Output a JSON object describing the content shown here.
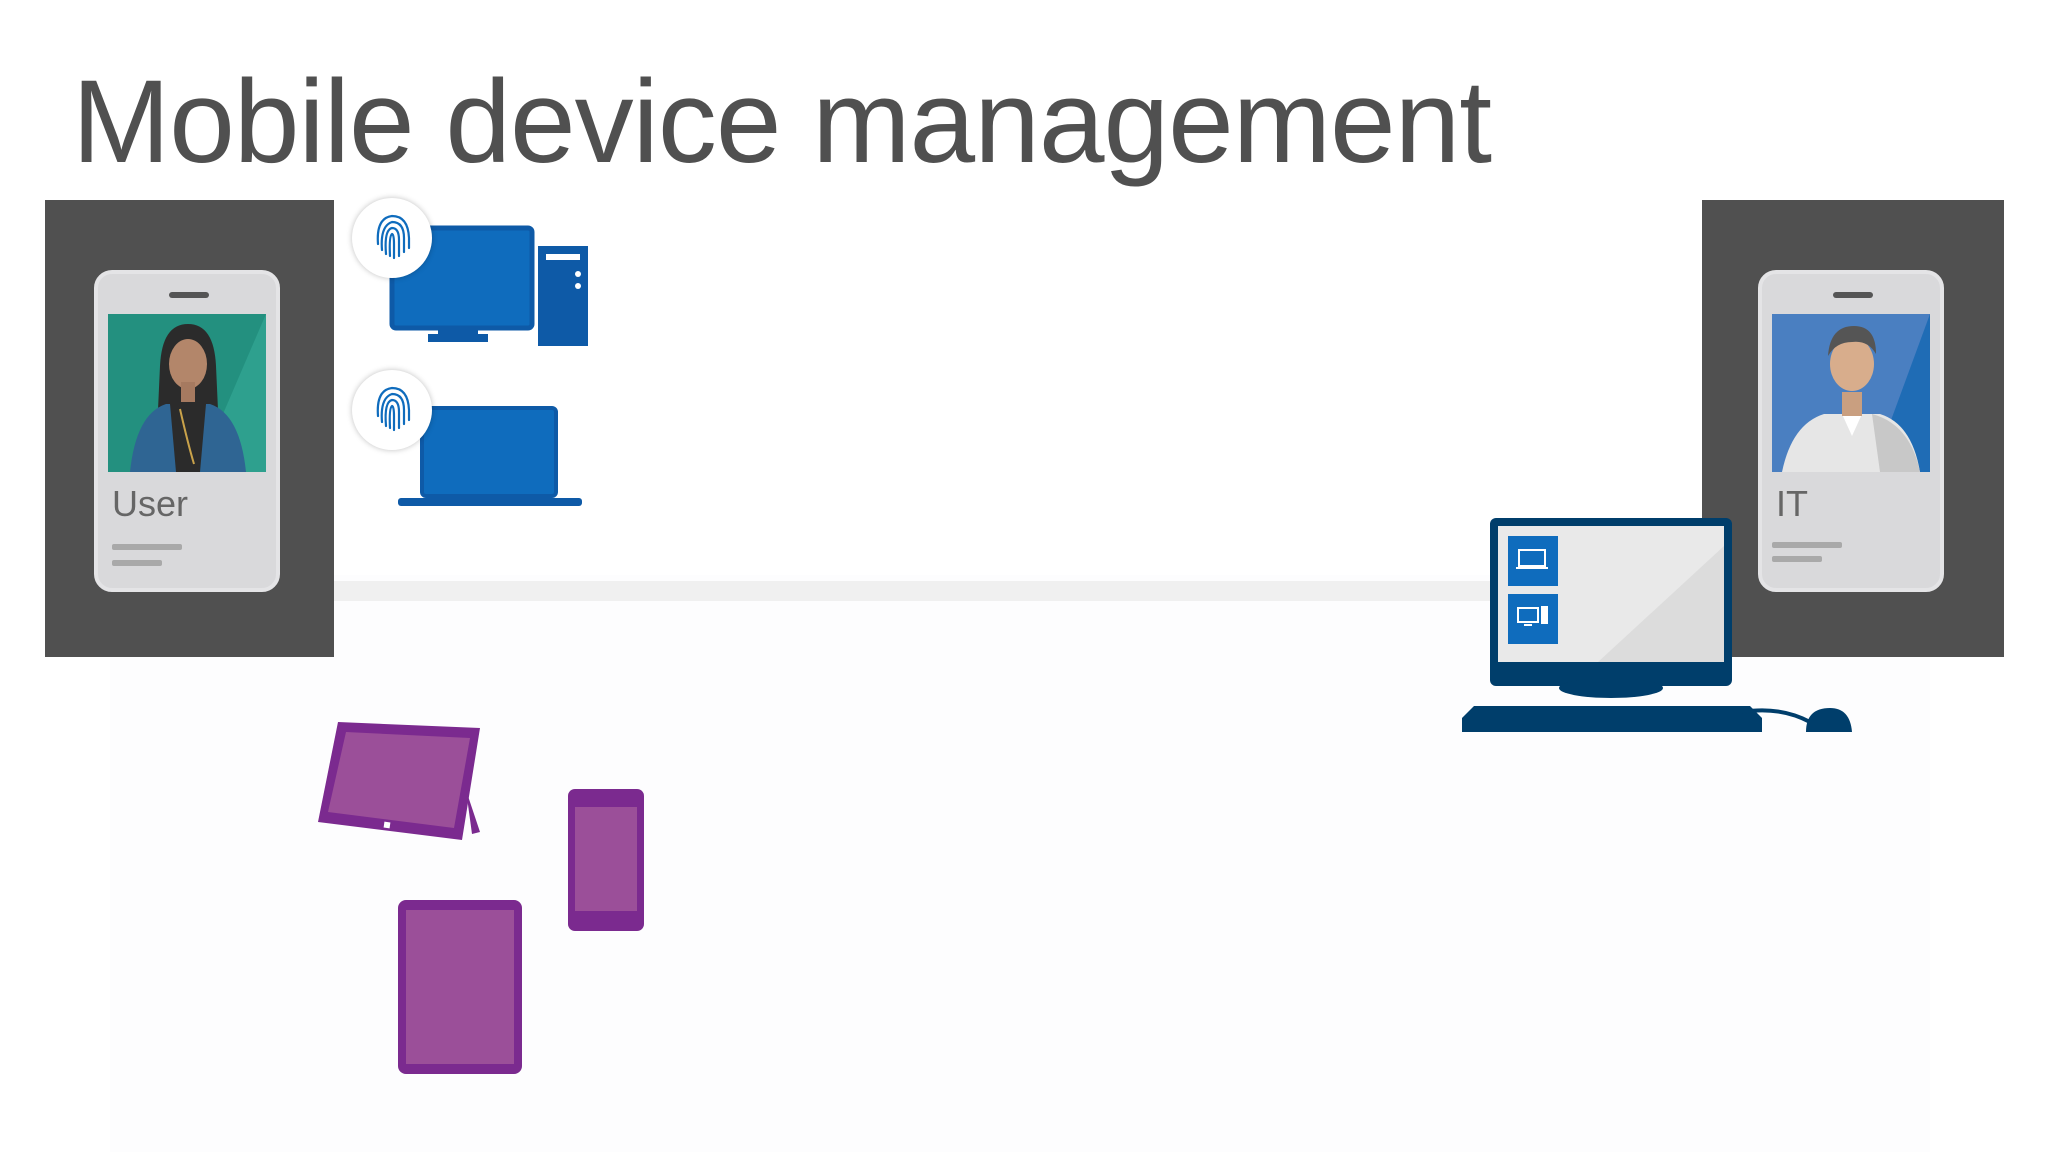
{
  "slide": {
    "title": "Mobile device management"
  },
  "user_card": {
    "label": "User"
  },
  "it_card": {
    "label": "IT"
  },
  "colors": {
    "dark_panel": "#505050",
    "device_blue": "#0f6cbd",
    "device_blue_dark": "#0e5aa7",
    "admin_navy": "#003e6b",
    "mobile_purple": "#7b2a8f",
    "mobile_purple_screen": "#9b4f99"
  },
  "icons": {
    "user_devices": [
      "fingerprint-icon",
      "desktop-computer-icon",
      "laptop-icon"
    ],
    "mobile_devices": [
      "surface-tablet-icon",
      "smartphone-icon",
      "ipad-icon"
    ],
    "admin_console": [
      "admin-monitor-icon",
      "keyboard-icon",
      "mouse-icon"
    ]
  }
}
